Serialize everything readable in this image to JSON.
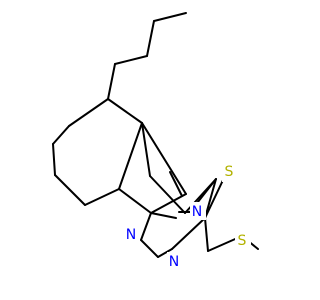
{
  "molecule": {
    "atoms": [
      {
        "label": "N",
        "color": "#0000ff"
      },
      {
        "label": "S",
        "color": "#b2b200"
      },
      {
        "label": "N",
        "color": "#0000ff"
      },
      {
        "label": "N",
        "color": "#0000ff"
      },
      {
        "label": "S",
        "color": "#b2b200"
      }
    ],
    "bond_color": "#000000"
  }
}
